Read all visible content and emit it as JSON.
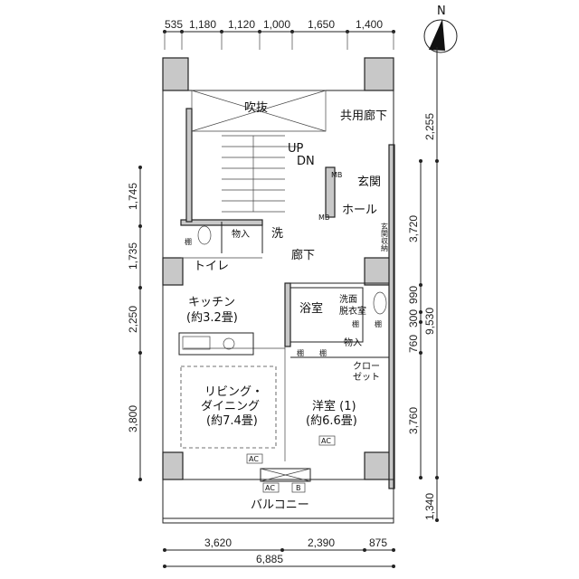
{
  "compass": {
    "label": "N"
  },
  "dimensions": {
    "top": [
      "535",
      "1,180",
      "1,120",
      "1,000",
      "1,650",
      "1,400"
    ],
    "left": [
      "1,745",
      "1,735",
      "2,250",
      "3,800"
    ],
    "right_inner": [
      "3,720",
      "990",
      "300",
      "760",
      "3,760"
    ],
    "right_outer": [
      "2,255",
      "9,530",
      "1,340"
    ],
    "bottom": [
      "3,620",
      "2,390",
      "875"
    ],
    "bottom_total": "6,885"
  },
  "rooms": {
    "fukinuke": "吹抜",
    "common_corridor": "共用廊下",
    "up": "UP",
    "dn": "DN",
    "mb1": "MB",
    "mb2": "MB",
    "entrance": "玄関",
    "hall": "ホール",
    "entrance_storage": "玄関収納",
    "storage1": "物入",
    "wash": "洗",
    "shelf_toilet": "棚",
    "toilet": "トイレ",
    "corridor": "廊下",
    "bathroom": "浴室",
    "washroom_1": "洗面",
    "washroom_2": "脱衣室",
    "shelf_a": "棚",
    "shelf_b": "棚",
    "shelf_c": "棚",
    "shelf_d": "棚",
    "storage2": "物入",
    "closet_1": "クロー",
    "closet_2": "ゼット",
    "kitchen": "キッチン",
    "kitchen_size": "(約3.2畳)",
    "living_1": "リビング・",
    "living_2": "ダイニング",
    "living_size": "(約7.4畳)",
    "western": "洋室 (1)",
    "western_size": "(約6.6畳)",
    "ac_western": "AC",
    "ac_living": "AC",
    "ac_balcony": "AC",
    "b_balcony": "B",
    "balcony": "バルコニー"
  }
}
